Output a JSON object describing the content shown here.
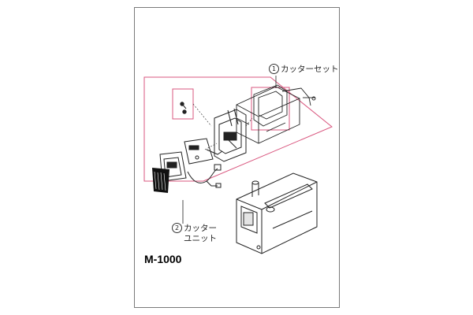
{
  "callouts": [
    {
      "number": "1",
      "text": "カッターセット"
    },
    {
      "number": "2",
      "line1": "カッター",
      "line2": "ユニット"
    }
  ],
  "model": "M-1000",
  "colors": {
    "highlight": "#d9577f",
    "line": "#222222",
    "frame": "#7a7a7a"
  }
}
